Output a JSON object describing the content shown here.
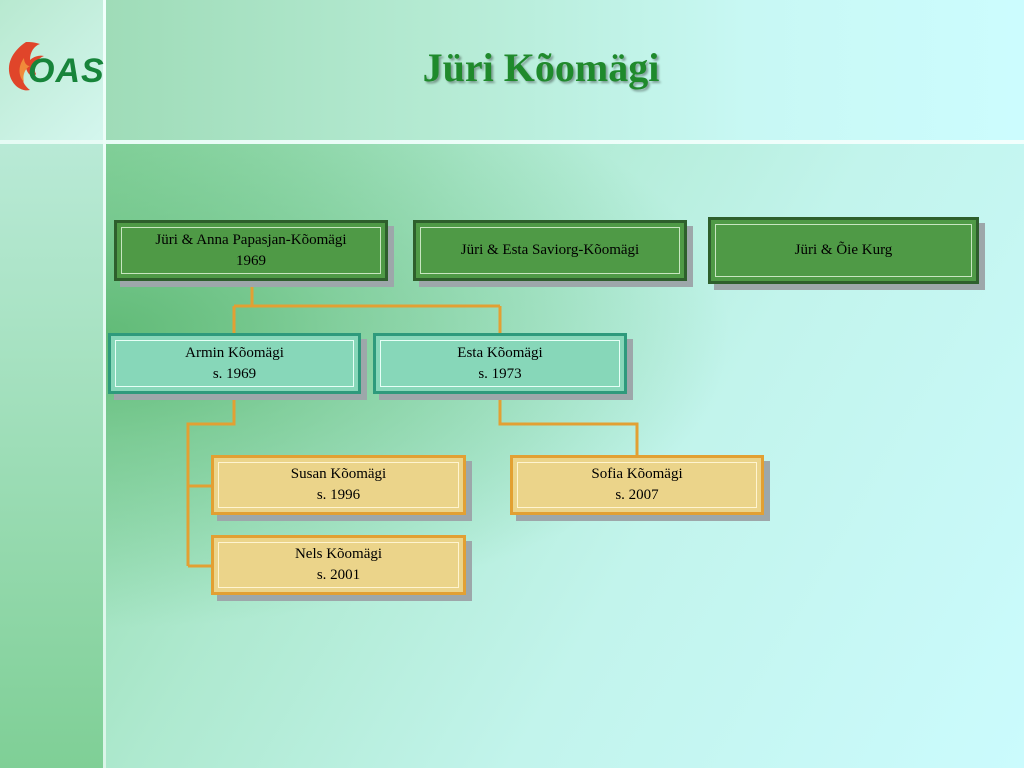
{
  "title": "Jüri Kõomägi",
  "logo": {
    "text": "OAS"
  },
  "colors": {
    "title": "#1f8a2c",
    "gen1_fill": "#4f9a46",
    "gen2_fill": "#87d7b9",
    "gen3_fill": "#ebd48a",
    "connector": "#e2a033"
  },
  "nodes": {
    "couple1": {
      "line1": "Jüri & Anna Papasjan-Kõomägi",
      "line2": "1969"
    },
    "couple2": {
      "line1": "Jüri & Esta Saviorg-Kõomägi"
    },
    "couple3": {
      "line1": "Jüri & Õie Kurg"
    },
    "armin": {
      "line1": "Armin Kõomägi",
      "line2": "s. 1969"
    },
    "esta": {
      "line1": "Esta Kõomägi",
      "line2": "s. 1973"
    },
    "susan": {
      "line1": "Susan Kõomägi",
      "line2": "s. 1996"
    },
    "sofia": {
      "line1": "Sofia Kõomägi",
      "line2": "s. 2007"
    },
    "nels": {
      "line1": "Nels Kõomägi",
      "line2": "s. 2001"
    }
  }
}
